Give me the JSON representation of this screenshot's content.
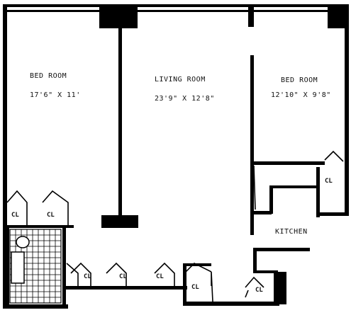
{
  "rooms": {
    "bedroom_left": {
      "name": "BED ROOM",
      "dimensions": "17'6\" X 11'"
    },
    "living_room": {
      "name": "LIVING ROOM",
      "dimensions": "23'9\" X 12'8\""
    },
    "bedroom_right": {
      "name": "BED ROOM",
      "dimensions": "12'10\" X 9'8\""
    },
    "kitchen": {
      "name": "KITCHEN"
    }
  },
  "closets": [
    "CL",
    "CL",
    "CL",
    "CL",
    "CL",
    "CL",
    "CL",
    "CL"
  ],
  "colors": {
    "wall": "#000000",
    "background": "#ffffff",
    "tile_grid": "#000000"
  }
}
